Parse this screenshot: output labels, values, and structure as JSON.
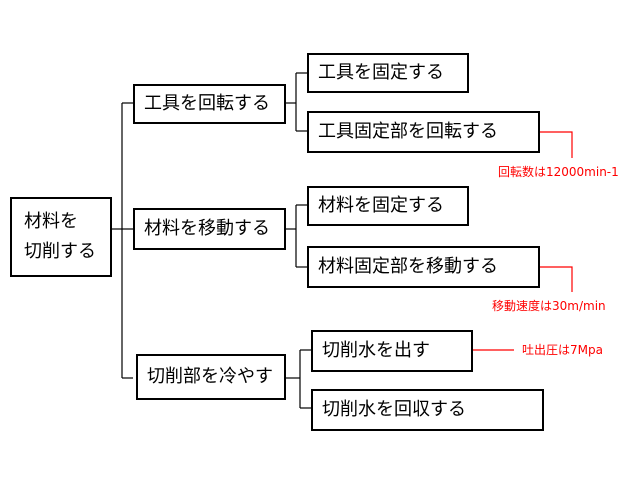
{
  "root": {
    "line1": "材料を",
    "line2": "切削する"
  },
  "functions": [
    {
      "label": "工具を回転する",
      "subs": [
        "工具を固定する",
        "工具固定部を回転する"
      ]
    },
    {
      "label": "材料を移動する",
      "subs": [
        "材料を固定する",
        "材料固定部を移動する"
      ]
    },
    {
      "label": "切削部を冷やす",
      "subs": [
        "切削水を出す",
        "切削水を回収する"
      ]
    }
  ],
  "notes": {
    "rotation": "回転数は12000min-1",
    "feed": "移動速度は30m/min",
    "pressure": "吐出圧は7Mpa"
  },
  "colors": {
    "line": "#000000",
    "annotation": "#ff0000"
  }
}
